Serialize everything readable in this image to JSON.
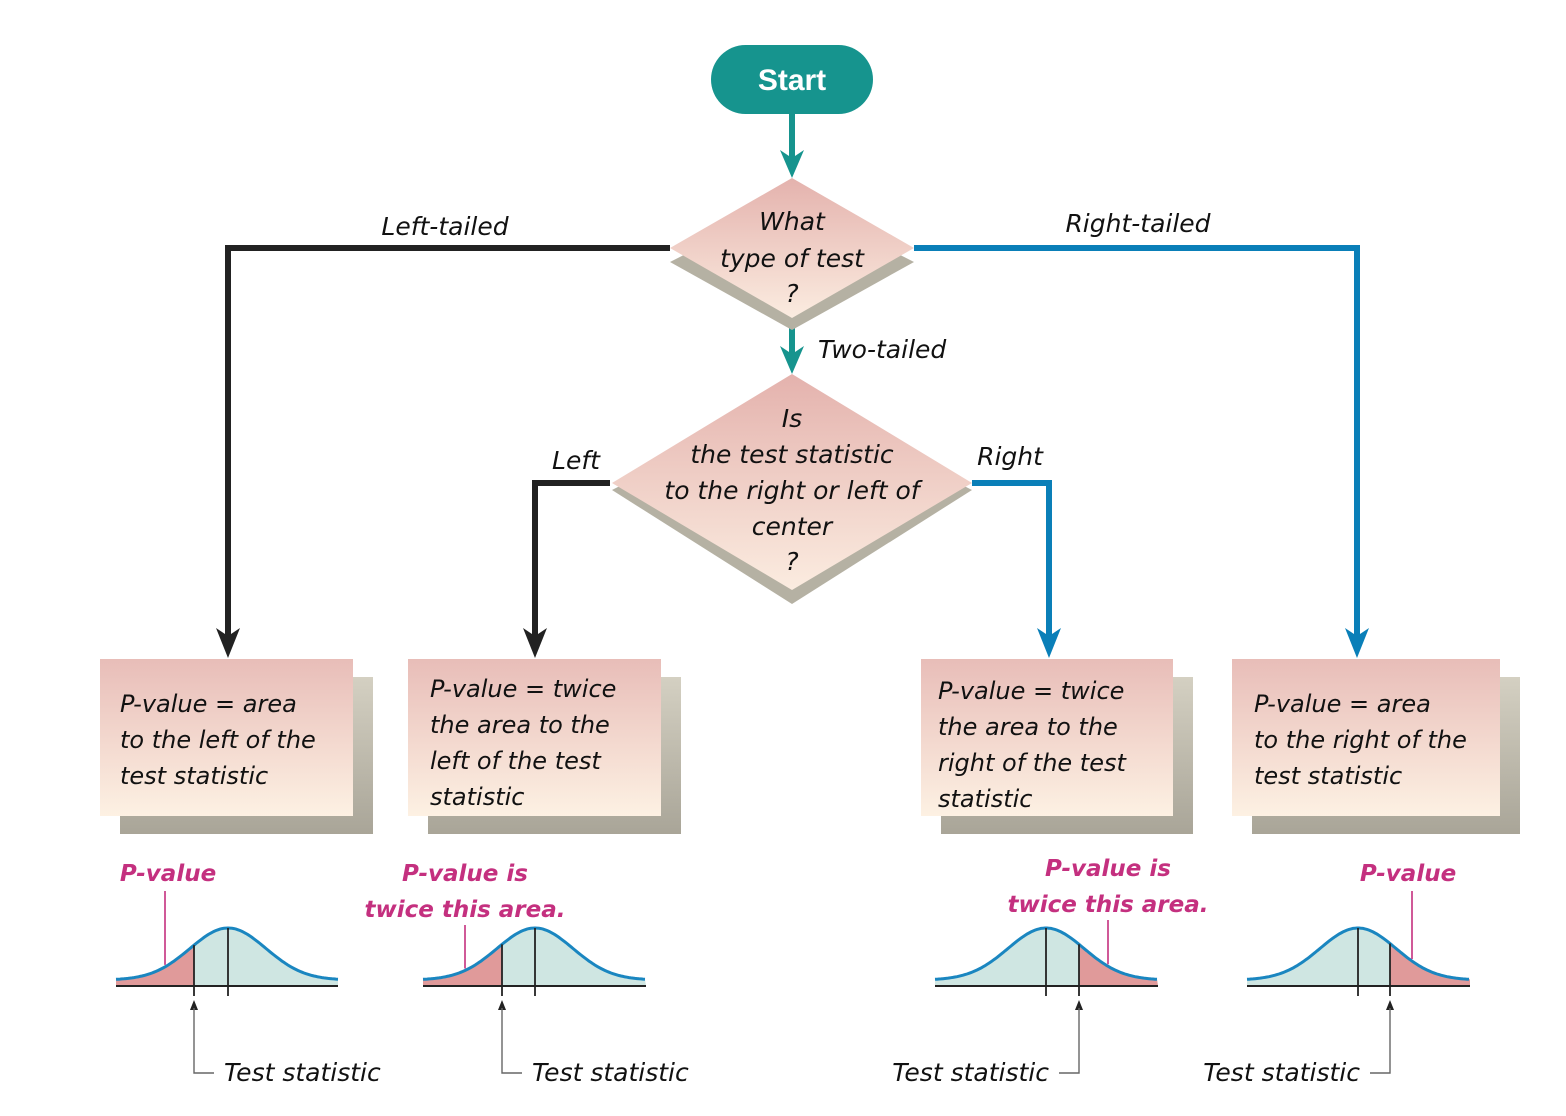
{
  "colors": {
    "teal": "#16948e",
    "black_line": "#222222",
    "blue_line": "#0a7fb8",
    "pink_label": "#c4307f",
    "curve": "#1a86c0",
    "curve_fill": "#cfe6e2",
    "tail_fill": "#e09a9a",
    "box_top": "#e8bdb8",
    "box_bottom": "#fdf1e3",
    "shadow": "#b2ae9f"
  },
  "start": {
    "label": "Start"
  },
  "decision1": {
    "lines": [
      "What",
      "type of test",
      "?"
    ]
  },
  "decision2": {
    "lines": [
      "Is",
      "the test statistic",
      "to the right or left of",
      "center",
      "?"
    ]
  },
  "branches": {
    "left_tailed": "Left-tailed",
    "right_tailed": "Right-tailed",
    "two_tailed": "Two-tailed",
    "left": "Left",
    "right": "Right"
  },
  "boxes": [
    {
      "lines": [
        "P-value = area",
        "to the left of the",
        "test statistic"
      ]
    },
    {
      "lines": [
        "P-value = twice",
        "the area to the",
        "left of the test",
        "statistic"
      ]
    },
    {
      "lines": [
        "P-value = twice",
        "the area to the",
        "right of the test",
        "statistic"
      ]
    },
    {
      "lines": [
        "P-value = area",
        "to the right of the",
        "test statistic"
      ]
    }
  ],
  "curves": [
    {
      "label_lines": [
        "P-value"
      ],
      "tail": "left",
      "test_stat_label": "Test statistic"
    },
    {
      "label_lines": [
        "P-value is",
        "twice this area."
      ],
      "tail": "left",
      "test_stat_label": "Test statistic"
    },
    {
      "label_lines": [
        "P-value is",
        "twice this area."
      ],
      "tail": "right",
      "test_stat_label": "Test statistic"
    },
    {
      "label_lines": [
        "P-value"
      ],
      "tail": "right",
      "test_stat_label": "Test statistic"
    }
  ]
}
